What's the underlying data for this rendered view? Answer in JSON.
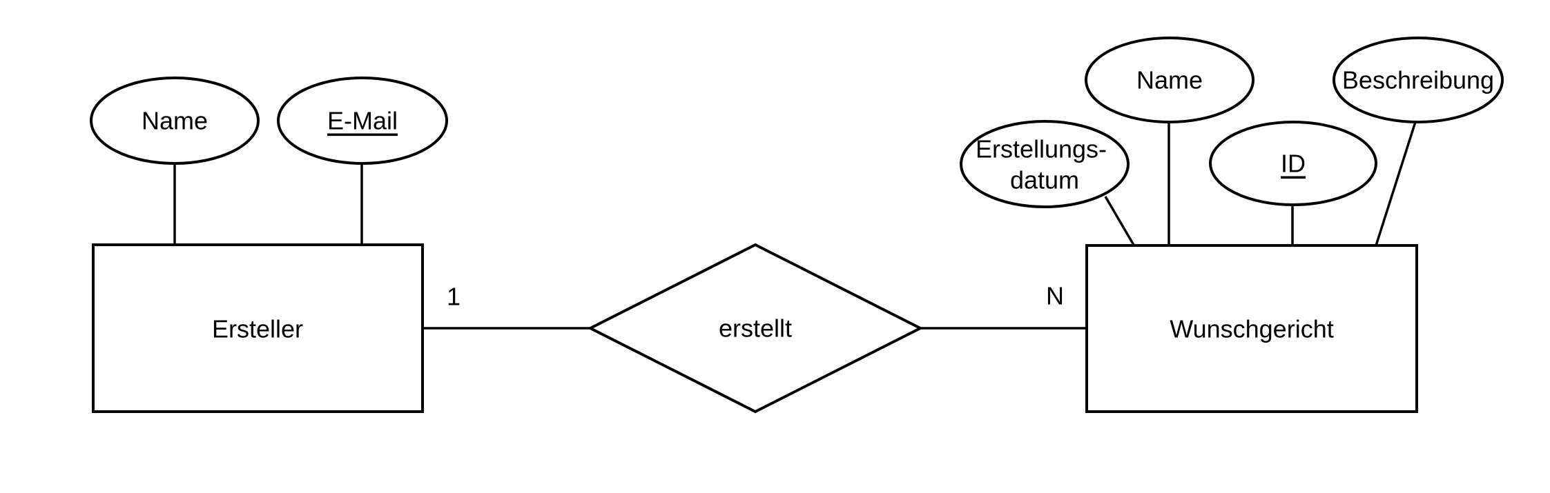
{
  "diagram": {
    "type": "entity-relationship-diagram",
    "background_color": "#ffffff",
    "stroke_color": "#000000",
    "text_color": "#000000",
    "entities": [
      {
        "id": "ersteller",
        "label": "Ersteller",
        "attributes": [
          {
            "label": "Name",
            "is_key": false
          },
          {
            "label": "E-Mail",
            "is_key": true
          }
        ]
      },
      {
        "id": "wunschgericht",
        "label": "Wunschgericht",
        "attributes": [
          {
            "label": "Erstellungs-datum",
            "label_line1": "Erstellungs-",
            "label_line2": "datum",
            "is_key": false
          },
          {
            "label": "Name",
            "is_key": false
          },
          {
            "label": "ID",
            "is_key": true
          },
          {
            "label": "Beschreibung",
            "is_key": false
          }
        ]
      }
    ],
    "relationship": {
      "label": "erstellt",
      "cardinality_left": "1",
      "cardinality_right": "N",
      "from_entity": "Ersteller",
      "to_entity": "Wunschgericht"
    }
  }
}
